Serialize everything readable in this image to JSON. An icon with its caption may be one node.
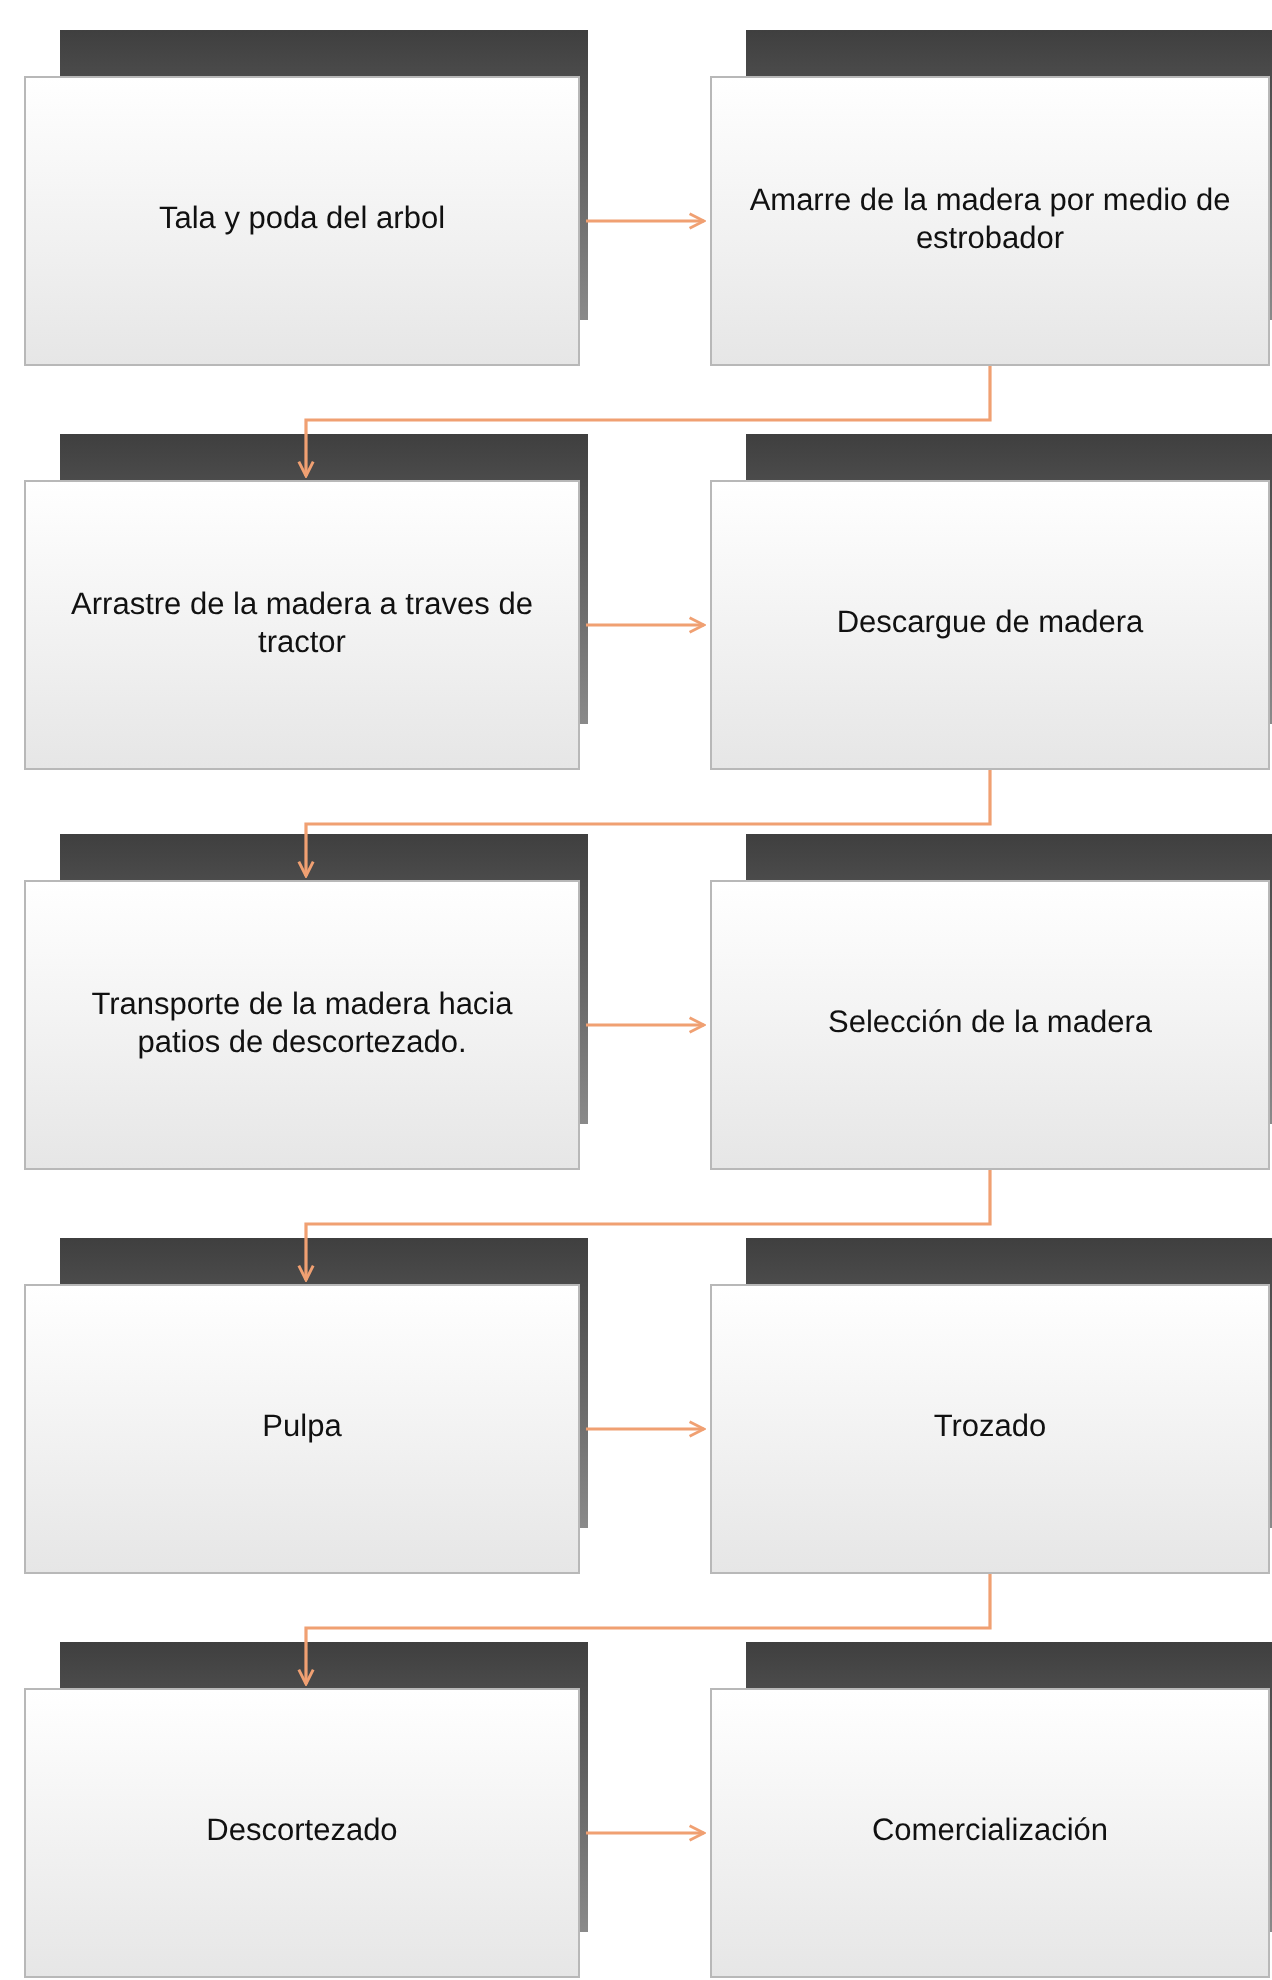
{
  "diagram": {
    "nodes": [
      {
        "text": [
          "Tala y poda del arbol"
        ]
      },
      {
        "text": [
          "Amarre de la madera por medio de estrobador"
        ]
      },
      {
        "text": [
          "Arrastre de la madera a traves de tractor"
        ]
      },
      {
        "text": [
          "Descargue de madera"
        ]
      },
      {
        "text": [
          "Transporte de la madera hacia patios de descortezado."
        ]
      },
      {
        "text": [
          "Selección de la madera"
        ]
      },
      {
        "text": [
          "Pulpa"
        ]
      },
      {
        "text": [
          "Trozado"
        ]
      },
      {
        "text": [
          "Descortezado"
        ]
      },
      {
        "text": [
          "Comercialización"
        ]
      }
    ],
    "edges": [
      {
        "from": 0,
        "to": 1,
        "arrow": "to"
      },
      {
        "from": 1,
        "to": 2,
        "arrow": "to"
      },
      {
        "from": 2,
        "to": 3,
        "arrow": "to"
      },
      {
        "from": 3,
        "to": 4,
        "arrow": "to"
      },
      {
        "from": 4,
        "to": 5,
        "arrow": "to"
      },
      {
        "from": 5,
        "to": 6,
        "arrow": "to"
      },
      {
        "from": 6,
        "to": 7,
        "arrow": "to"
      },
      {
        "from": 7,
        "to": 8,
        "arrow": "to"
      },
      {
        "from": 8,
        "to": 9,
        "arrow": "to"
      }
    ]
  }
}
